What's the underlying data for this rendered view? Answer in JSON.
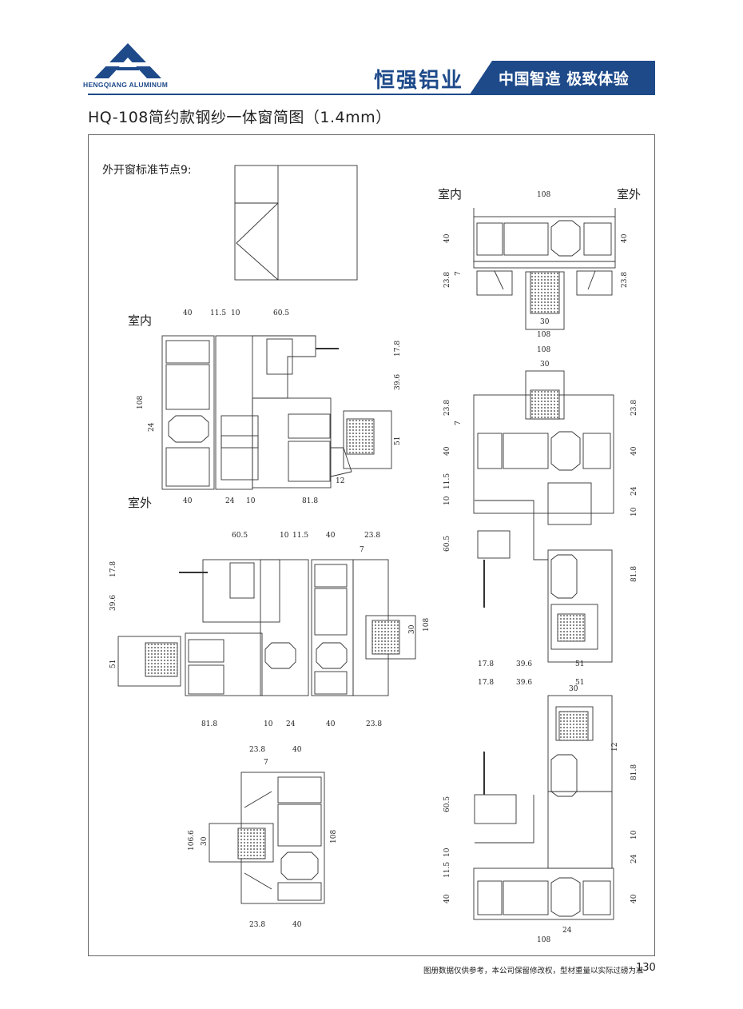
{
  "header": {
    "logo_text": "HENGQIANG ALUMINUM",
    "brand": "恒强铝业",
    "slogan": "中国智造 极致体验",
    "brand_color": "#1e4a8a"
  },
  "page": {
    "title": "HQ-108简约款钢纱一体窗简图（1.4mm）",
    "node_label": "外开窗标准节点9:",
    "footer_note": "图册数据仅供参考，本公司保留修改权，型材重量以实际过磅为准",
    "page_number": "130"
  },
  "rooms": {
    "indoor": "室内",
    "outdoor": "室外"
  },
  "dims": {
    "d108": "108",
    "d40": "40",
    "d30": "30",
    "d24": "24",
    "d10": "10",
    "d7": "7",
    "d12": "12",
    "d51": "51",
    "d23_8": "23.8",
    "d17_8": "17.8",
    "d39_6": "39.6",
    "d60_5": "60.5",
    "d81_8": "81.8",
    "d11_5": "11.5",
    "d106_6": "106.6"
  }
}
